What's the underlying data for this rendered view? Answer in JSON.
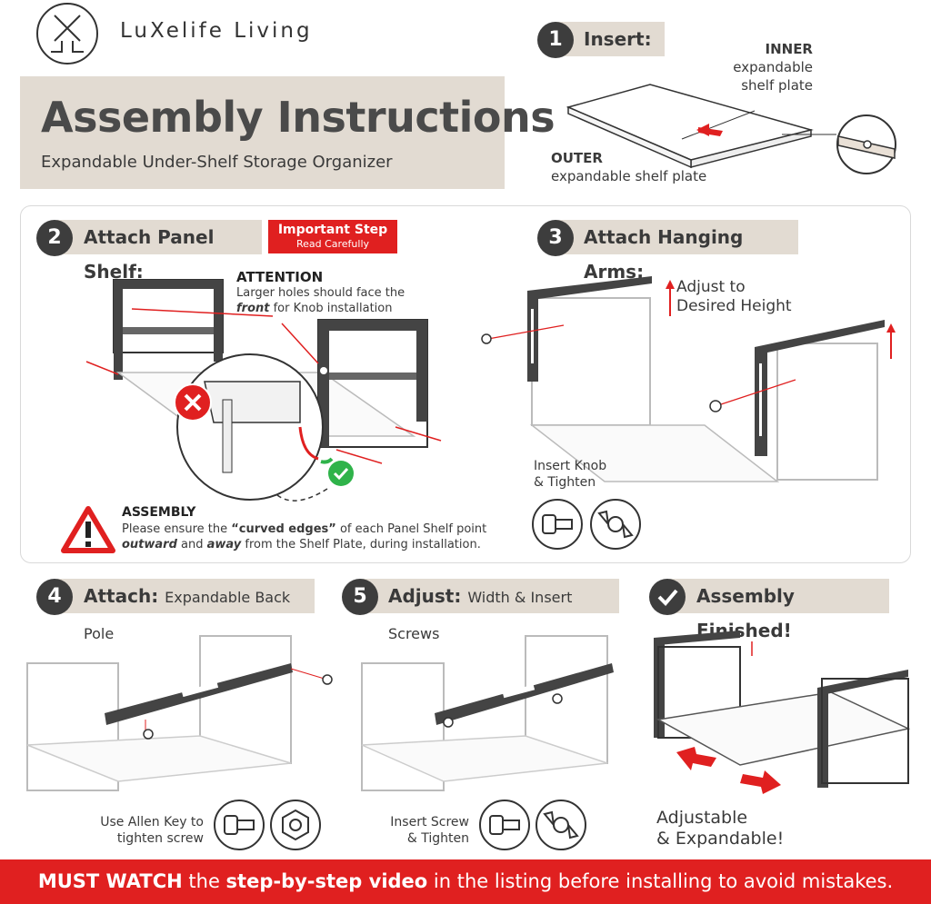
{
  "brand": {
    "name": "LuXelife Living"
  },
  "header": {
    "title": "Assembly Instructions",
    "subtitle": "Expandable Under-Shelf Storage Organizer"
  },
  "step1": {
    "number": "1",
    "label": "Insert:",
    "inner_title": "INNER",
    "inner_text1": "expandable",
    "inner_text2": "shelf plate",
    "outer_title": "OUTER",
    "outer_text": "expandable shelf plate"
  },
  "step2": {
    "number": "2",
    "label": "Attach Panel Shelf:",
    "important_line1": "Important Step",
    "important_line2": "Read Carefully",
    "attention_title": "ATTENTION",
    "attention_line1": "Larger holes should face the",
    "attention_front": "front",
    "attention_line2_rest": " for Knob installation",
    "assembly_title": "ASSEMBLY",
    "assembly_line1_a": "Please ensure the ",
    "assembly_line1_b": "“curved edges”",
    "assembly_line1_c": " of each Panel Shelf point",
    "assembly_line2_a": "outward",
    "assembly_line2_b": " and ",
    "assembly_line2_c": "away",
    "assembly_line2_d": " from the Shelf Plate, during installation."
  },
  "step3": {
    "number": "3",
    "label": "Attach Hanging Arms:",
    "adjust_line1": "Adjust to",
    "adjust_line2": "Desired Height",
    "knob_line1": "Insert Knob",
    "knob_line2": "& Tighten"
  },
  "step4": {
    "number": "4",
    "label": "Attach:",
    "label_light": "Expandable Back Pole",
    "note_line1": "Use Allen Key to",
    "note_line2": "tighten screw"
  },
  "step5": {
    "number": "5",
    "label": "Adjust:",
    "label_light": "Width & Insert Screws",
    "note_line1": "Insert Screw",
    "note_line2": "& Tighten"
  },
  "finished": {
    "label": "Assembly Finished!",
    "note_line1": "Adjustable",
    "note_line2": "& Expandable!"
  },
  "banner": {
    "part1": "MUST WATCH",
    "part2": " the ",
    "part3": "step-by-step video",
    "part4": " in the listing before installing to avoid mistakes."
  },
  "colors": {
    "accent_red": "#e02020",
    "tag_beige": "#e2dbd2",
    "dark": "#3d3d3d",
    "success_green": "#2fb34a"
  },
  "icons": [
    "logo-mark",
    "x-icon",
    "check-icon",
    "warning-icon",
    "screw-icon",
    "wing-nut-icon",
    "hex-nut-icon",
    "checkmark-circle-icon",
    "arrow-icon"
  ]
}
